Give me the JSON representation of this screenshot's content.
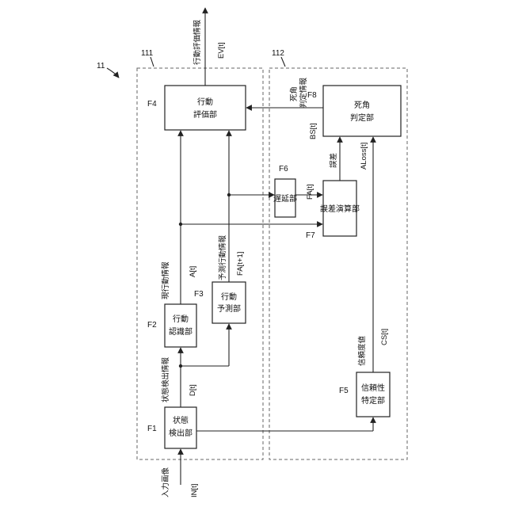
{
  "figure": {
    "ref_main": "11",
    "group_left": "111",
    "group_right": "112"
  },
  "blocks": {
    "f1": {
      "tag": "F1",
      "line1": "状態",
      "line2": "検出部"
    },
    "f2": {
      "tag": "F2",
      "line1": "行動",
      "line2": "認識部"
    },
    "f3": {
      "tag": "F3",
      "line1": "行動",
      "line2": "予測部"
    },
    "f4": {
      "tag": "F4",
      "line1": "行動",
      "line2": "評価部"
    },
    "f5": {
      "tag": "F5",
      "line1": "信頼性",
      "line2": "特定部"
    },
    "f6": {
      "tag": "F6",
      "line1": "遅延部"
    },
    "f7": {
      "tag": "F7",
      "line1": "誤差演算部"
    },
    "f8": {
      "tag": "F8",
      "line1": "死角",
      "line2": "判定部"
    }
  },
  "signals": {
    "input_name": "入力画像",
    "input_var": "IN[t]",
    "state_name": "状態検出情報",
    "state_var": "D[t]",
    "current_name": "現行動情報",
    "current_var": "A[t]",
    "predict_name": "予測行動情報",
    "predict_var": "FA[t+1]",
    "delay_var": "FA[t]",
    "error_name": "誤差",
    "error_var": "ALoss[t]",
    "blind_name1": "死角",
    "blind_name2": "判定情報",
    "blind_var": "BS[t]",
    "reliab_name": "信頼度値",
    "reliab_var": "CS[t]",
    "eval_name": "行動評価情報",
    "eval_var": "EV[t]"
  }
}
